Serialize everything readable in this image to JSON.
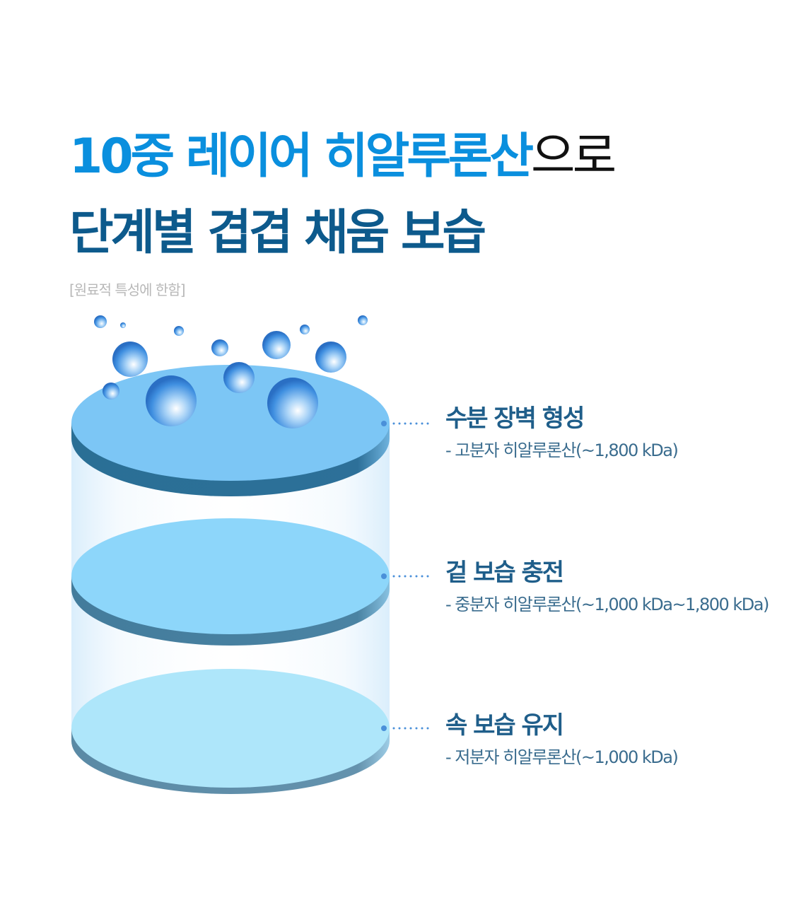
{
  "header": {
    "title_line1_highlight": "10중 레이어 히알루론산",
    "title_line1_rest": "으로",
    "title_line2": "단계별 겹겹 채움 보습",
    "note": "[원료적 특성에 한함]"
  },
  "colors": {
    "accent_blue": "#0a8fde",
    "dark_blue": "#0d5a8c",
    "label_blue": "#1f5e8a",
    "disc_top": "#7cc6f5",
    "disc_mid": "#8dd6fa",
    "disc_bottom": "#aee6fa",
    "connector_dot": "#4a90d9"
  },
  "layers": [
    {
      "title": "수분 장벽 형성",
      "description": "- 고분자 히알루론산(~1,800 kDa)"
    },
    {
      "title": "겉 보습 충전",
      "description": "- 중분자 히알루론산(~1,000 kDa~1,800 kDa)"
    },
    {
      "title": "속 보습 유지",
      "description": "- 저분자 히알루론산(~1,000 kDa)"
    }
  ]
}
